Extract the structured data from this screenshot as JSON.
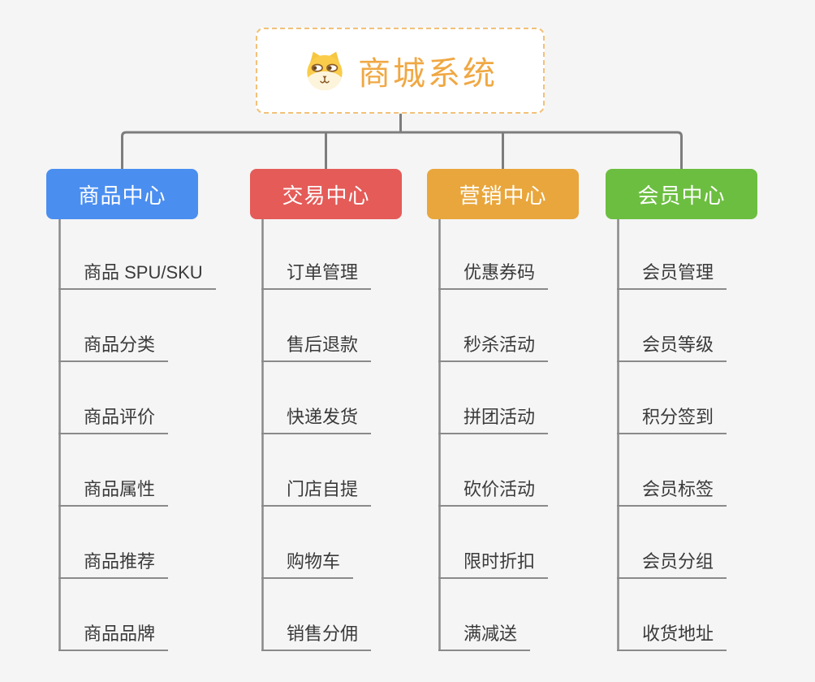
{
  "canvas": {
    "background_color": "#f5f5f5",
    "connector_color": "#7d7d7d",
    "leaf_underline_color": "#8a8a8a",
    "leaf_text_color": "#3a3a3a"
  },
  "root": {
    "title": "商城系统",
    "icon": "dog-face",
    "text_color": "#f0a843",
    "border_color": "#f2c178",
    "background_color": "#ffffff"
  },
  "branches": [
    {
      "label": "商品中心",
      "color": "#4a8ef0",
      "children": [
        "商品 SPU/SKU",
        "商品分类",
        "商品评价",
        "商品属性",
        "商品推荐",
        "商品品牌"
      ]
    },
    {
      "label": "交易中心",
      "color": "#e45b58",
      "children": [
        "订单管理",
        "售后退款",
        "快递发货",
        "门店自提",
        "购物车",
        "销售分佣"
      ]
    },
    {
      "label": "营销中心",
      "color": "#e9a63c",
      "children": [
        "优惠券码",
        "秒杀活动",
        "拼团活动",
        "砍价活动",
        "限时折扣",
        "满减送"
      ]
    },
    {
      "label": "会员中心",
      "color": "#6cbe40",
      "children": [
        "会员管理",
        "会员等级",
        "积分签到",
        "会员标签",
        "会员分组",
        "收货地址"
      ]
    }
  ]
}
